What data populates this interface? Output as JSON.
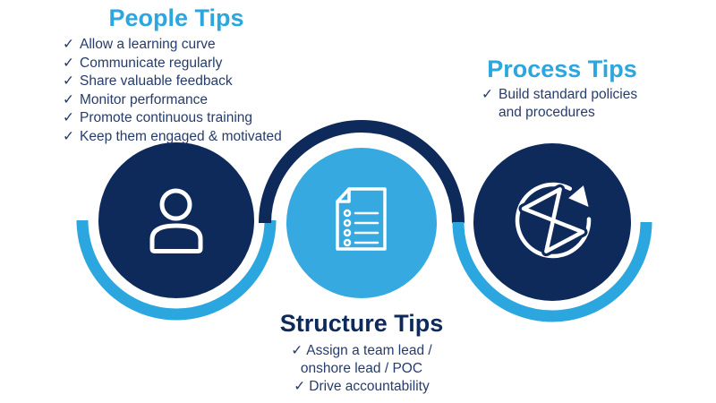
{
  "colors": {
    "navy": "#0E2A5B",
    "accent_blue": "#2CA6DF",
    "circle_light_blue": "#36A9E1",
    "text_navy": "#263C6B",
    "icon_white": "#FFFFFF",
    "background": "#FFFFFF"
  },
  "glyphs": {
    "check": "✓"
  },
  "icons": {
    "people": "person-icon",
    "structure": "document-checklist-icon",
    "process": "hourglass-cycle-icon"
  },
  "sections": {
    "people": {
      "title": "People Tips",
      "items": [
        "Allow a learning curve",
        "Communicate regularly",
        "Share valuable feedback",
        "Monitor performance",
        "Promote continuous training",
        "Keep them engaged & motivated"
      ]
    },
    "structure": {
      "title": "Structure Tips",
      "items": [
        "Assign a team lead / onshore lead / POC",
        "Drive accountability"
      ]
    },
    "process": {
      "title": "Process Tips",
      "items": [
        "Build standard policies and procedures"
      ]
    }
  }
}
